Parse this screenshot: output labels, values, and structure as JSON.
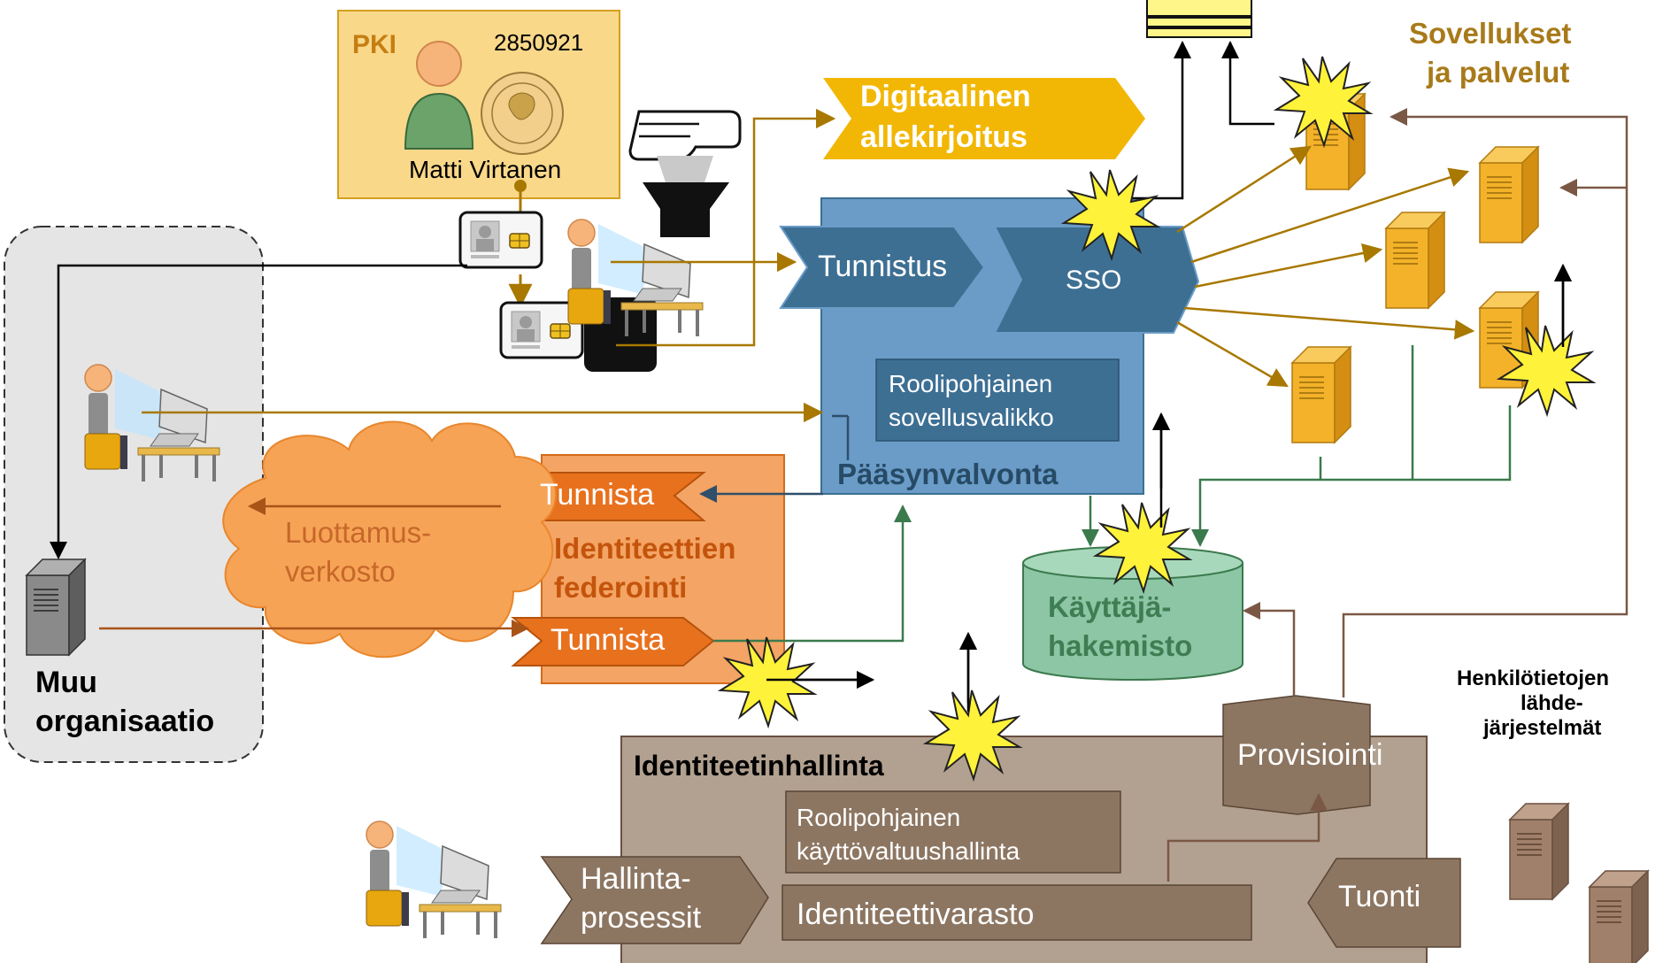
{
  "pki": {
    "title": "PKI",
    "number": "2850921",
    "name": "Matti Virtanen"
  },
  "signature": {
    "line1": "Digitaalinen",
    "line2": "allekirjoitus"
  },
  "apps": {
    "line1": "Sovellukset",
    "line2": "ja palvelut"
  },
  "access": {
    "tunnistus": "Tunnistus",
    "sso": "SSO",
    "menu1": "Roolipohjainen",
    "menu2": "sovellusvalikko",
    "title": "Pääsynvalvonta"
  },
  "federation": {
    "tunnista_top": "Tunnista",
    "tunnista_bottom": "Tunnista",
    "title1": "Identiteettien",
    "title2": "federointi"
  },
  "trust": {
    "line1": "Luottamus-",
    "line2": "verkosto"
  },
  "other_org": {
    "line1": "Muu",
    "line2": "organisaatio"
  },
  "directory": {
    "line1": "Käyttäjä-",
    "line2": "hakemisto"
  },
  "sources": {
    "line1": "Henkilötietojen",
    "line2": "lähde-",
    "line3": "järjestelmät"
  },
  "idm": {
    "title": "Identiteetinhallinta",
    "provisioning": "Provisiointi",
    "role1": "Roolipohjainen",
    "role2": "käyttövaltuushallinta",
    "store": "Identiteettivarasto",
    "processes1": "Hallinta-",
    "processes2": "prosessit",
    "import": "Tuonti"
  },
  "colors": {
    "access_blue": "#6a9cc7",
    "chevron_blue": "#3d6f93",
    "federation_orange": "#f4a464",
    "tunnista_orange": "#e8711e",
    "signature_gold": "#f2b705",
    "pki_card": "#f9d88a",
    "directory_green": "#8cc6a5",
    "idm_taupe": "#b2a190",
    "idm_dark": "#8c7662",
    "server_gold": "#f3b229",
    "burst_yellow": "#fff23a",
    "flow_gold": "#b8860b",
    "flow_green": "#3b7a4d",
    "flow_brown": "#7a5845"
  }
}
